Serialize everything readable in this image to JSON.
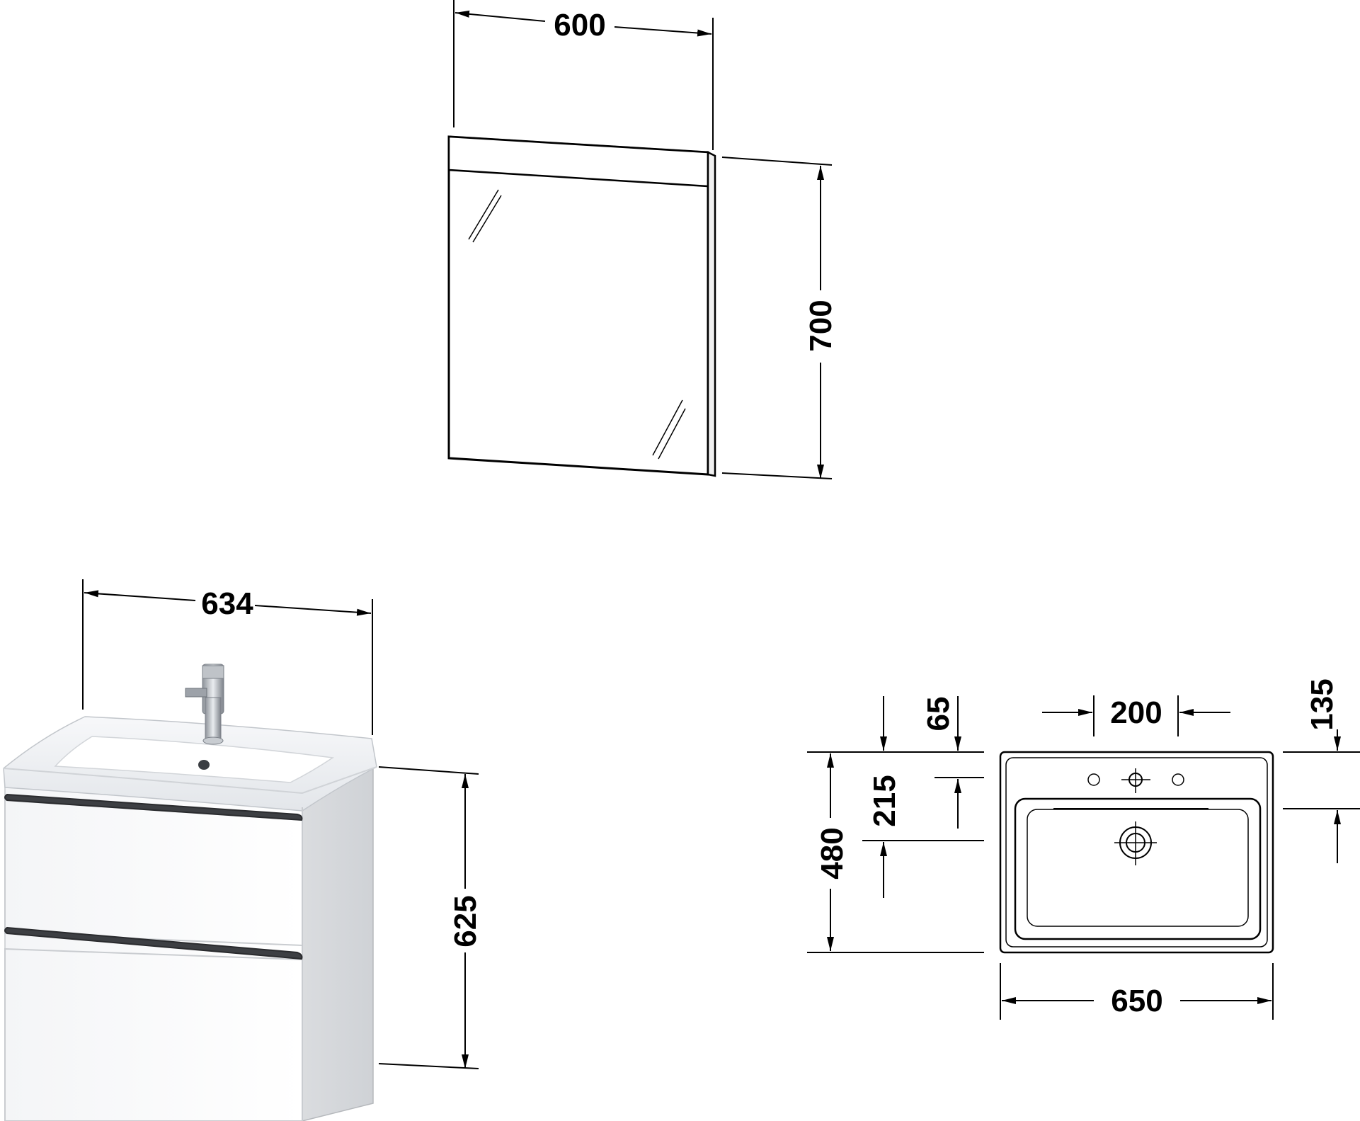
{
  "dimensions": {
    "mirror_width": "600",
    "mirror_height": "700",
    "vanity_width": "634",
    "vanity_height": "625",
    "basin_width": "650",
    "basin_depth": "480",
    "tap_hole_spacing": "200",
    "rim_offset": "65",
    "tap_to_drain": "215",
    "back_offset": "135"
  }
}
